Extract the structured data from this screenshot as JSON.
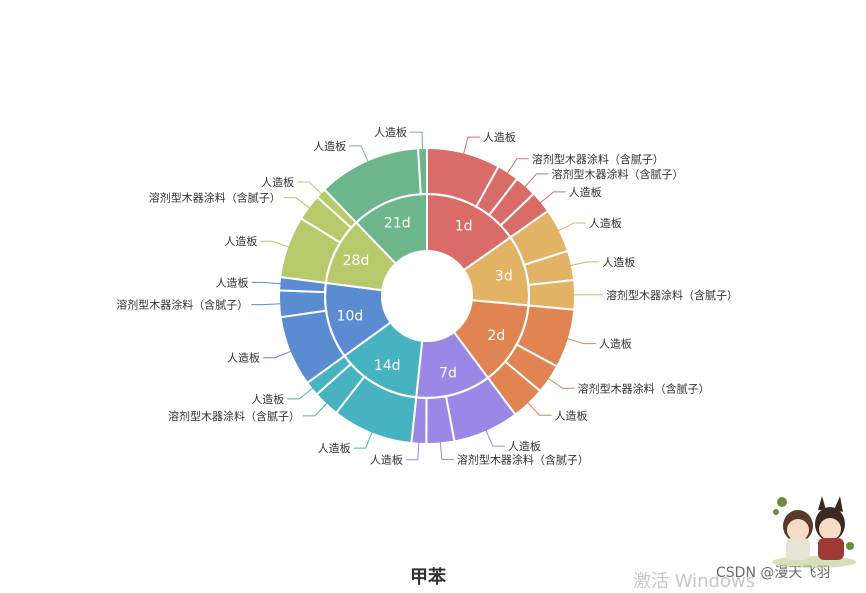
{
  "chart_data": {
    "type": "sunburst",
    "title": "甲苯",
    "inner_ring": {
      "categories": [
        "1d",
        "3d",
        "2d",
        "7d",
        "14d",
        "10d",
        "28d",
        "21d"
      ],
      "colors": [
        "#d96b68",
        "#e2b365",
        "#e08452",
        "#9b87e6",
        "#47b3c0",
        "#5b8bd0",
        "#b6c96b",
        "#6db58a"
      ]
    },
    "outer_ring": [
      {
        "parent": "1d",
        "segments": [
          {
            "label": "人造板",
            "value": 5
          },
          {
            "label": "溶剂型木器涂料（含腻子）",
            "value": 1.5
          },
          {
            "label": "溶剂型木器涂料（含腻子）",
            "value": 1.5
          },
          {
            "label": "人造板",
            "value": 1.5
          }
        ]
      },
      {
        "parent": "3d",
        "segments": [
          {
            "label": "人造板",
            "value": 3
          },
          {
            "label": "人造板",
            "value": 2
          },
          {
            "label": "溶剂型木器涂料（含腻子）",
            "value": 2
          }
        ]
      },
      {
        "parent": "2d",
        "segments": [
          {
            "label": "人造板",
            "value": 4
          },
          {
            "label": "溶剂型木器涂料（含腻子）",
            "value": 2
          },
          {
            "label": "人造板",
            "value": 2.3
          }
        ]
      },
      {
        "parent": "7d",
        "segments": [
          {
            "label": "人造板",
            "value": 4.5
          },
          {
            "label": "溶剂型木器涂料（含腻子）",
            "value": 1.9
          },
          {
            "label": "人造板",
            "value": 1
          }
        ]
      },
      {
        "parent": "14d",
        "segments": [
          {
            "label": "人造板",
            "value": 5.5
          },
          {
            "label": "溶剂型木器涂料（含腻子）",
            "value": 1.8
          },
          {
            "label": "人造板",
            "value": 1
          }
        ]
      },
      {
        "parent": "10d",
        "segments": [
          {
            "label": "人造板",
            "value": 4.8
          },
          {
            "label": "溶剂型木器涂料（含腻子）",
            "value": 1.8
          },
          {
            "label": "人造板",
            "value": 0.9
          }
        ]
      },
      {
        "parent": "28d",
        "segments": [
          {
            "label": "人造板",
            "value": 4.2
          },
          {
            "label": "溶剂型木器涂料（含腻子）",
            "value": 1.8
          },
          {
            "label": "人造板",
            "value": 0.7
          }
        ]
      },
      {
        "parent": "21d",
        "segments": [
          {
            "label": "人造板",
            "value": 7
          },
          {
            "label": "人造板",
            "value": 0.6
          }
        ]
      }
    ]
  },
  "watermark": "激活 Windows",
  "credit": "CSDN @漫天飞羽",
  "sticker_icon": "anime-couple-sticker-icon"
}
